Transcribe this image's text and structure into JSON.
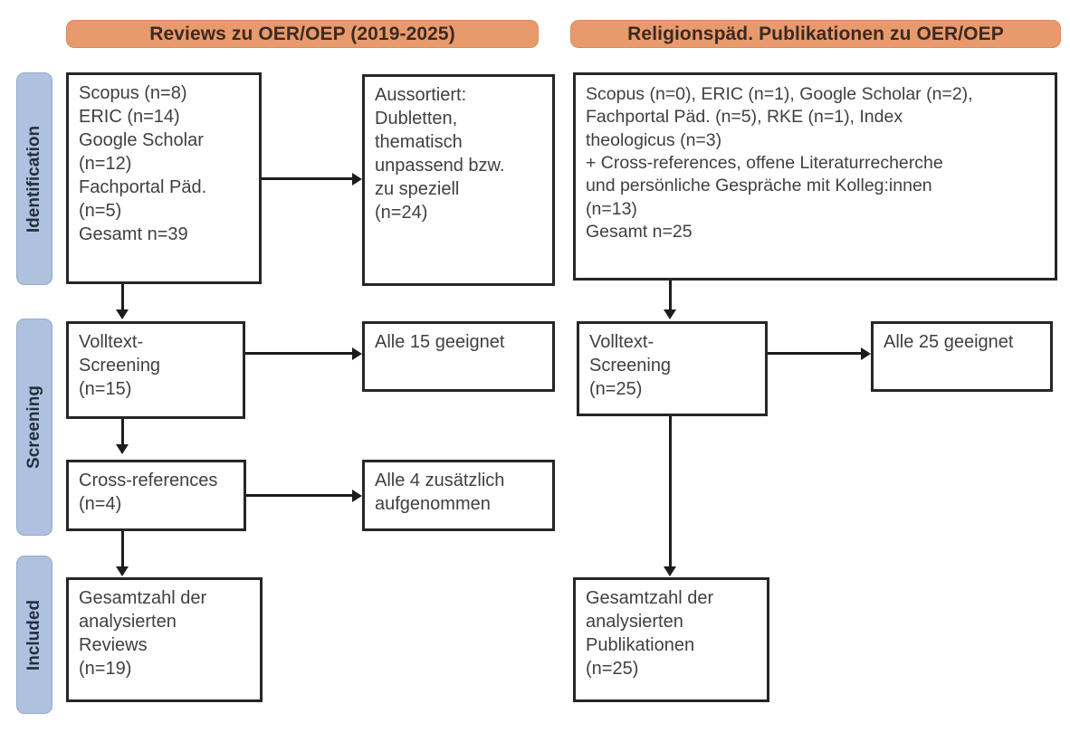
{
  "figure": {
    "type": "prisma-flow-diagram",
    "columns": [
      {
        "id": "left",
        "header": "Reviews zu OER/OEP (2019-2025)"
      },
      {
        "id": "right",
        "header": "Religionspäd. Publikationen zu OER/OEP"
      }
    ],
    "phases": [
      {
        "id": "identification",
        "label": "Identification"
      },
      {
        "id": "screening",
        "label": "Screening"
      },
      {
        "id": "included",
        "label": "Included"
      }
    ],
    "colors": {
      "header_orange": "#e99a6d",
      "phase_blue": "#aec1de",
      "box_border": "#262626",
      "box_fill": "#ffffff",
      "text": "#404040",
      "connector": "#1c1c1c"
    }
  },
  "boxes": {
    "left_sources": "Scopus (n=8)\nERIC (n=14)\nGoogle Scholar\n(n=12)\nFachportal Päd.\n(n=5)\nGesamt n=39",
    "left_excluded": "Aussortiert:\nDubletten,\nthematisch\nunpassend bzw.\nzu speziell\n(n=24)",
    "left_fulltext": "Volltext-\nScreening\n(n=15)",
    "left_fulltext_result": "Alle 15 geeignet",
    "left_crossrefs": "Cross-references\n(n=4)",
    "left_crossrefs_result": "Alle 4 zusätzlich\naufgenommen",
    "left_included": "Gesamtzahl der\nanalysierten\nReviews\n(n=19)",
    "right_sources": "Scopus (n=0), ERIC (n=1), Google Scholar (n=2),\nFachportal Päd. (n=5), RKE (n=1), Index\ntheologicus (n=3)\n+ Cross-references, offene Literaturrecherche\nund persönliche Gespräche mit Kolleg:innen\n(n=13)\nGesamt n=25",
    "right_fulltext": "Volltext-\nScreening\n(n=25)",
    "right_fulltext_result": "Alle 25 geeignet",
    "right_included": "Gesamtzahl der\nanalysierten\nPublikationen\n(n=25)"
  },
  "chart_data": {
    "type": "diagram",
    "title": "PRISMA flow of literature search",
    "streams": [
      {
        "name": "Reviews zu OER/OEP (2019-2025)",
        "identification": {
          "sources": [
            {
              "name": "Scopus",
              "n": 8
            },
            {
              "name": "ERIC",
              "n": 14
            },
            {
              "name": "Google Scholar",
              "n": 12
            },
            {
              "name": "Fachportal Päd.",
              "n": 5
            }
          ],
          "total": 39,
          "excluded": {
            "reason": "Aussortiert: Dubletten, thematisch unpassend bzw. zu speziell",
            "n": 24
          }
        },
        "screening": {
          "fulltext_screening_n": 15,
          "fulltext_result": "Alle 15 geeignet",
          "cross_references_n": 4,
          "cross_references_result": "Alle 4 zusätzlich aufgenommen"
        },
        "included": {
          "label": "Gesamtzahl der analysierten Reviews",
          "n": 19
        }
      },
      {
        "name": "Religionspäd. Publikationen zu OER/OEP",
        "identification": {
          "sources": [
            {
              "name": "Scopus",
              "n": 0
            },
            {
              "name": "ERIC",
              "n": 1
            },
            {
              "name": "Google Scholar",
              "n": 2
            },
            {
              "name": "Fachportal Päd.",
              "n": 5
            },
            {
              "name": "RKE",
              "n": 1
            },
            {
              "name": "Index theologicus",
              "n": 3
            },
            {
              "name": "Cross-references, offene Literaturrecherche und persönliche Gespräche mit Kolleg:innen",
              "n": 13
            }
          ],
          "total": 25
        },
        "screening": {
          "fulltext_screening_n": 25,
          "fulltext_result": "Alle 25 geeignet"
        },
        "included": {
          "label": "Gesamtzahl der analysierten Publikationen",
          "n": 25
        }
      }
    ]
  }
}
